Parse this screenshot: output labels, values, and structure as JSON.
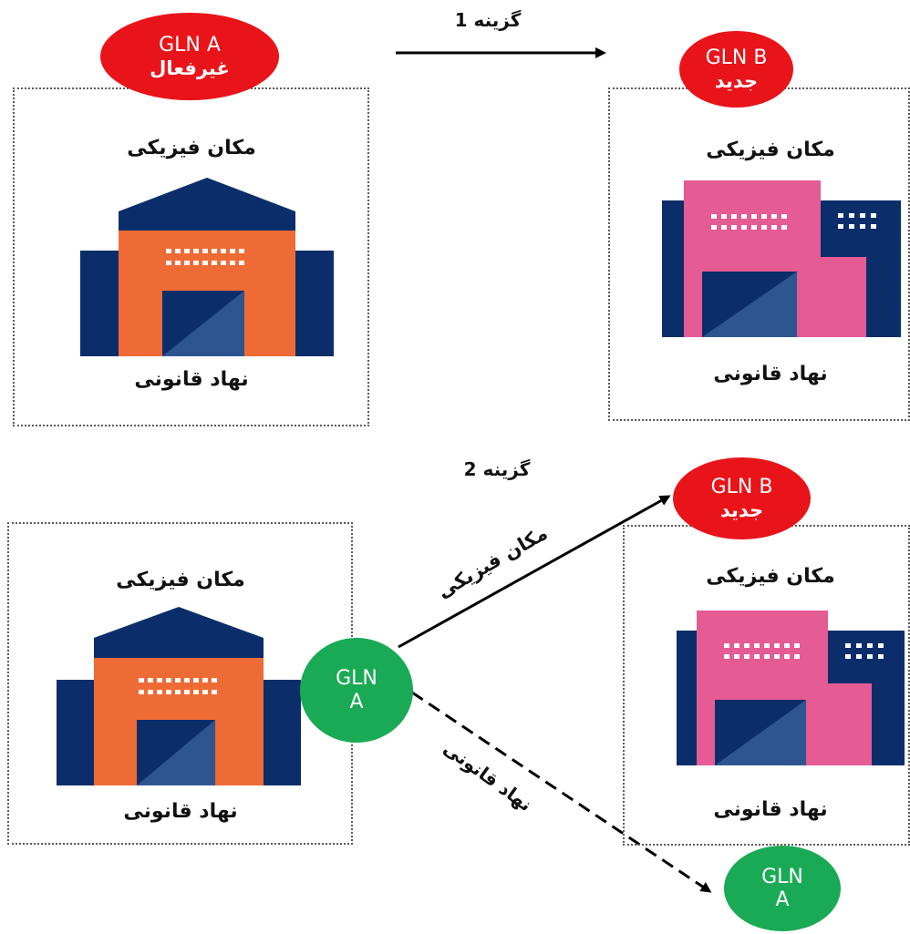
{
  "colors": {
    "navy": "#0b2e6b",
    "orange": "#ef6b35",
    "pink": "#e55b94",
    "door": "#2e5590",
    "red_ellipse": "#e8141a",
    "green_ellipse": "#1aaa55"
  },
  "top": {
    "option_label": "گزینه 1",
    "gln_a": {
      "code": "GLN A",
      "status": "غیرفعال"
    },
    "gln_b": {
      "code": "GLN B",
      "status": "جدید"
    },
    "left_box": {
      "top_label": "مکان فیزیکی",
      "bottom_label": "نهاد قانونی",
      "icon": "warehouse-icon"
    },
    "right_box": {
      "top_label": "مکان فیزیکی",
      "bottom_label": "نهاد قانونی",
      "icon": "office-building-icon"
    }
  },
  "bottom": {
    "option_label": "گزینه 2",
    "gln_b": {
      "code": "GLN B",
      "status": "جدید"
    },
    "gln_a_center": {
      "line1": "GLN",
      "line2": "A"
    },
    "gln_a_bottom": {
      "line1": "GLN",
      "line2": "A"
    },
    "arrow_physical_label": "مکان فیزیکی",
    "arrow_legal_label": "نهاد قانونی",
    "left_box": {
      "top_label": "مکان فیزیکی",
      "bottom_label": "نهاد قانونی",
      "icon": "warehouse-icon"
    },
    "right_box": {
      "top_label": "مکان فیزیکی",
      "bottom_label": "نهاد قانونی",
      "icon": "office-building-icon"
    }
  }
}
